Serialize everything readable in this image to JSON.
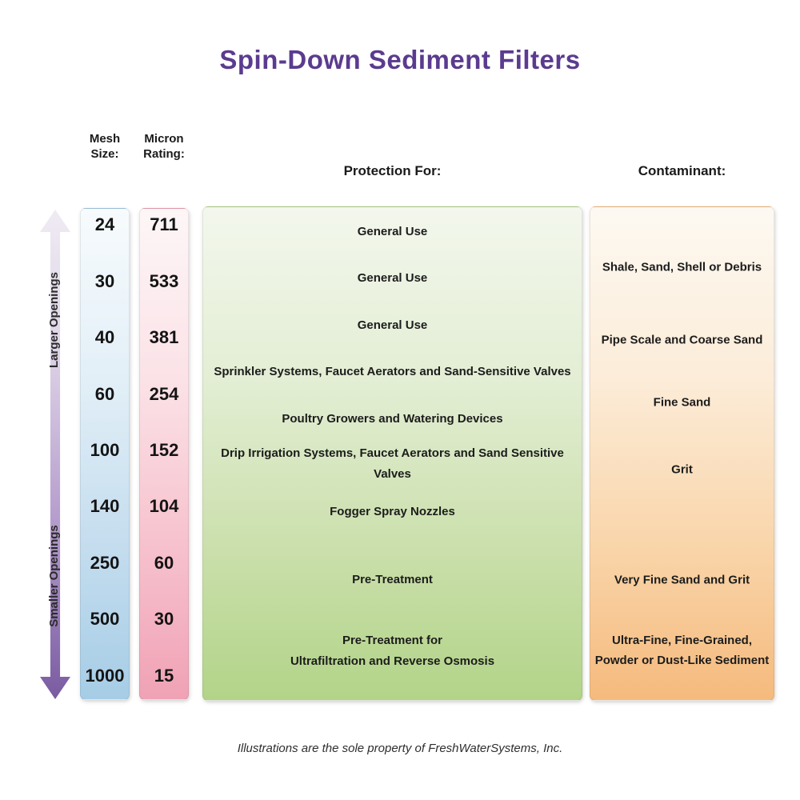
{
  "title": "Spin-Down Sediment Filters",
  "headers": {
    "mesh_line1": "Mesh",
    "mesh_line2": "Size:",
    "micron_line1": "Micron",
    "micron_line2": "Rating:",
    "protection": "Protection For:",
    "contaminant": "Contaminant:"
  },
  "arrow": {
    "larger_label": "Larger Openings",
    "smaller_label": "Smaller Openings"
  },
  "mesh": {
    "values": [
      "24",
      "30",
      "40",
      "60",
      "100",
      "140",
      "250",
      "500",
      "1000"
    ]
  },
  "micron": {
    "values": [
      "711",
      "533",
      "381",
      "254",
      "152",
      "104",
      "60",
      "30",
      "15"
    ]
  },
  "protection": {
    "items": [
      {
        "text": "General Use"
      },
      {
        "text": "General Use"
      },
      {
        "text": "General Use"
      },
      {
        "text": "Sprinkler Systems,  Faucet Aerators  and  Sand-Sensitive Valves"
      },
      {
        "text": "Poultry Growers  and  Watering Devices"
      },
      {
        "text": "Drip Irrigation Systems, Faucet Aerators and Sand Sensitive Valves"
      },
      {
        "text": "Fogger Spray Nozzles"
      },
      {
        "text": "Pre-Treatment"
      },
      {
        "text": "Pre-Treatment for",
        "text2": "Ultrafiltration  and  Reverse Osmosis"
      }
    ]
  },
  "contaminant": {
    "items": [
      {
        "text": "Shale, Sand, Shell or Debris"
      },
      {
        "text": "Pipe Scale and Coarse Sand"
      },
      {
        "text": "Fine Sand"
      },
      {
        "text": "Grit"
      },
      {
        "text": "Very Fine Sand and Grit"
      },
      {
        "text": "Ultra-Fine, Fine-Grained,",
        "text2": "Powder or Dust-Like Sediment"
      }
    ]
  },
  "colors": {
    "title_purple": "#5b3b8f",
    "arrow_purple": "#7a5ba1",
    "mesh_blue": "#a6cde6",
    "micron_pink": "#f0a2b5",
    "protection_green": "#b2d488",
    "contaminant_orange": "#f5ba7d"
  },
  "footer": {
    "text": "Illustrations are the sole property of FreshWaterSystems, Inc."
  }
}
